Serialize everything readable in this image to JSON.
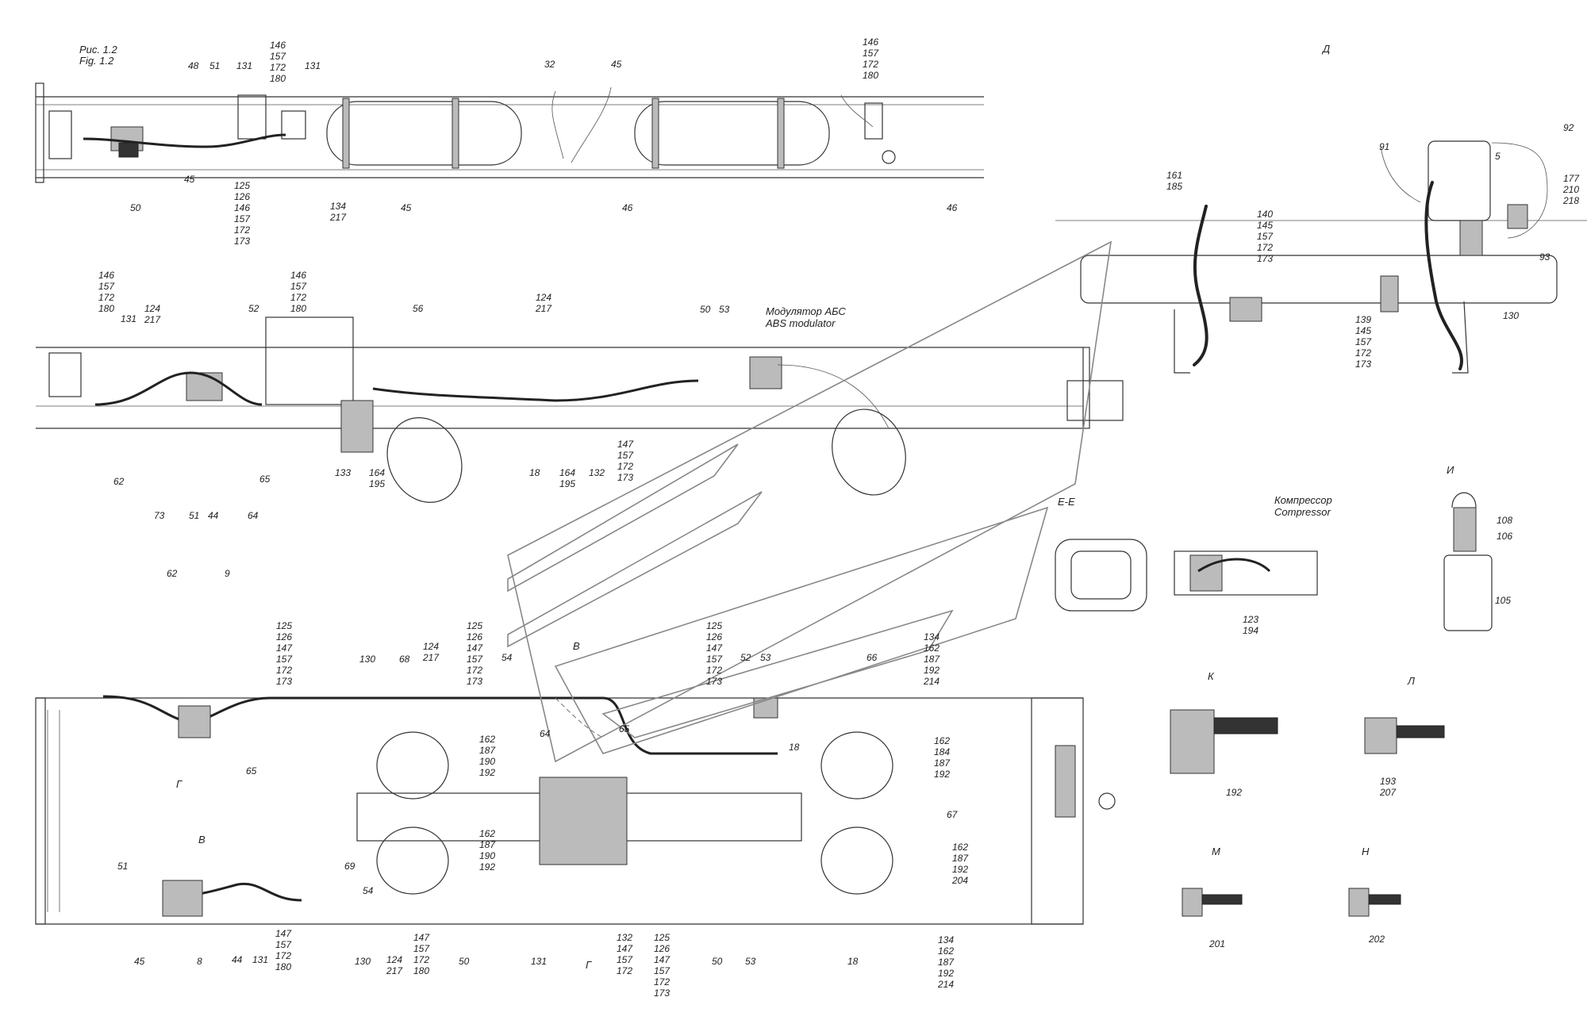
{
  "figure": {
    "caption_ru": "Рис. 1.2",
    "caption_en": "Fig. 1.2"
  },
  "view_headers": {
    "view_d": "Д",
    "view_i": "И",
    "section_ee": "Е-Е",
    "detail_k": "К",
    "detail_l": "Л",
    "detail_m": "М",
    "detail_n": "Н",
    "arrow_v_1": "В",
    "arrow_v_2": "В",
    "arrow_g_1": "Г",
    "arrow_g_2": "Г"
  },
  "annotations": {
    "abs_modulator_ru": "Модулятор АБС",
    "abs_modulator_en": "ABS modulator",
    "compressor_ru": "Компрессор",
    "compressor_en": "Compressor"
  },
  "callouts": {
    "t01": "48",
    "t02": "51",
    "t03": "131",
    "t04": "146\n157\n172\n180",
    "t05": "131",
    "t06": "32",
    "t07": "45",
    "t08": "146\n157\n172\n180",
    "t09": "50",
    "t10": "45",
    "t11": "125\n126\n146\n157\n172\n173",
    "t12": "134\n217",
    "t13": "45",
    "t14": "46",
    "t15": "46",
    "d01": "91",
    "d02": "92",
    "d03": "5",
    "d04": "161\n185",
    "d05": "177\n210\n218",
    "d06": "140\n145\n157\n172\n173",
    "d07": "93",
    "d08": "139\n145\n157\n172\n173",
    "d09": "130",
    "m01": "146\n157\n172\n180",
    "m02": "124\n217",
    "m03": "146\n157\n172\n180",
    "m04": "52",
    "m05": "56",
    "m06": "124\n217",
    "m07": "50",
    "m08": "53",
    "m09": "131",
    "m10": "62",
    "m11": "65",
    "m12": "133",
    "m13": "164\n195",
    "m14": "18",
    "m15": "164\n195",
    "m16": "132",
    "m17": "147\n157\n172\n173",
    "v01": "73",
    "v02": "51",
    "v03": "44",
    "v04": "64",
    "v05": "62",
    "v06": "9",
    "e01": "123\n194",
    "i01": "108",
    "i02": "106",
    "i03": "105",
    "b01": "125\n126\n147\n157\n172\n173",
    "b02": "130",
    "b03": "68",
    "b04": "124\n217",
    "b05": "125\n126\n147\n157\n172\n173",
    "b06": "54",
    "b07": "125\n126\n147\n157\n172\n173",
    "b08": "52",
    "b09": "53",
    "b10": "66",
    "b11": "134\n162\n187\n192\n214",
    "b12": "65",
    "b13": "64",
    "b14": "65",
    "b15": "18",
    "b16": "162\n187\n190\n192",
    "b17": "162\n184\n187\n192",
    "b18": "67",
    "b19": "162\n187\n190\n192",
    "b20": "69",
    "b21": "54",
    "b22": "51",
    "b23": "162\n187\n192\n204",
    "b24": "45",
    "b25": "8",
    "b26": "44",
    "b27": "131",
    "b28": "147\n157\n172\n180",
    "b29": "130",
    "b30": "124\n217",
    "b31": "147\n157\n172\n180",
    "b32": "50",
    "b33": "131",
    "b34": "132\n147\n157\n172",
    "b35": "125\n126\n147\n157\n172\n173",
    "b36": "50",
    "b37": "53",
    "b38": "18",
    "b39": "134\n162\n187\n192\n214",
    "k01": "192",
    "l01": "193\n207",
    "mm01": "201",
    "n01": "202"
  },
  "colors": {
    "line": "#333333",
    "watermark": "#888888",
    "fill": "#bbbbbb"
  }
}
